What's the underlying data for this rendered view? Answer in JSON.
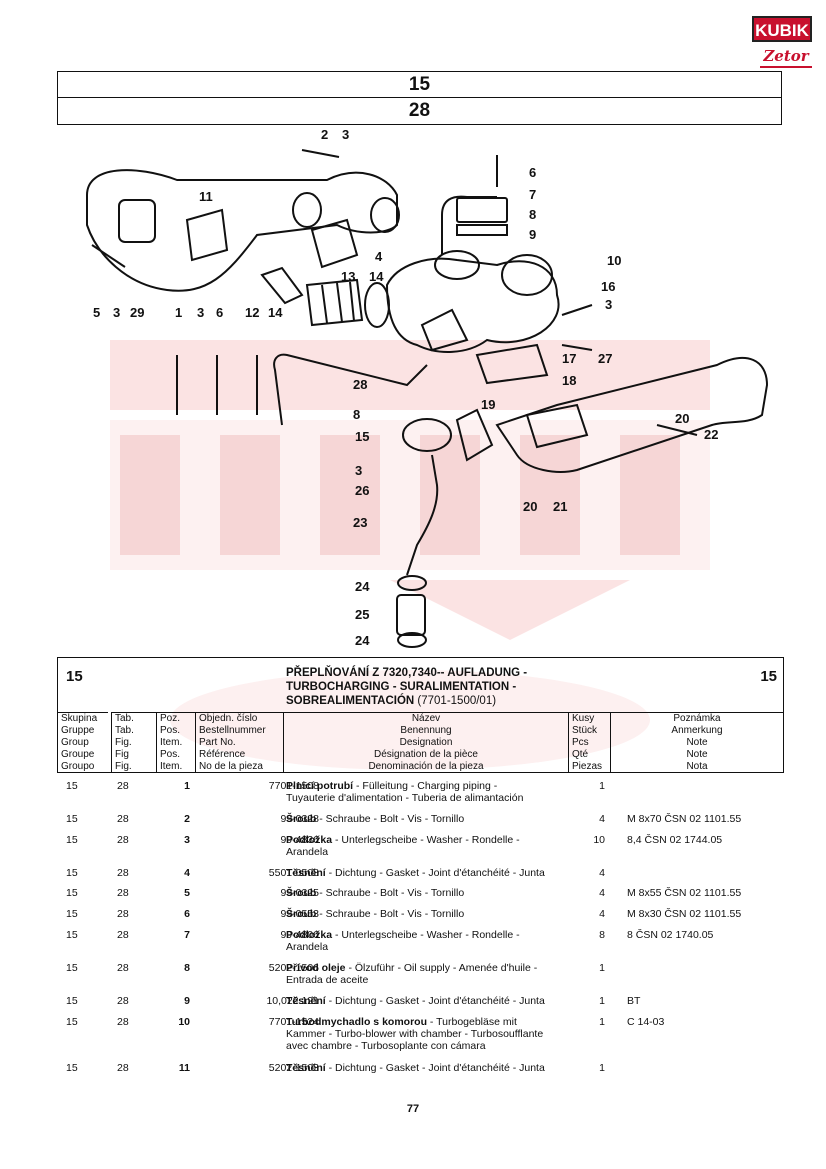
{
  "logo": {
    "brand": "KUBIK",
    "sub": "Zetor"
  },
  "header": {
    "group": "15",
    "figure": "28"
  },
  "callouts": [
    {
      "n": "2"
    },
    {
      "n": "3"
    },
    {
      "n": "6"
    },
    {
      "n": "7"
    },
    {
      "n": "8"
    },
    {
      "n": "9"
    },
    {
      "n": "11"
    },
    {
      "n": "4"
    },
    {
      "n": "10"
    },
    {
      "n": "13"
    },
    {
      "n": "14"
    },
    {
      "n": "16"
    },
    {
      "n": "3"
    },
    {
      "n": "5"
    },
    {
      "n": "3"
    },
    {
      "n": "29"
    },
    {
      "n": "1"
    },
    {
      "n": "3"
    },
    {
      "n": "6"
    },
    {
      "n": "12"
    },
    {
      "n": "14"
    },
    {
      "n": "17"
    },
    {
      "n": "27"
    },
    {
      "n": "18"
    },
    {
      "n": "28"
    },
    {
      "n": "19"
    },
    {
      "n": "8"
    },
    {
      "n": "20"
    },
    {
      "n": "22"
    },
    {
      "n": "15"
    },
    {
      "n": "3"
    },
    {
      "n": "26"
    },
    {
      "n": "20"
    },
    {
      "n": "21"
    },
    {
      "n": "23"
    },
    {
      "n": "24"
    },
    {
      "n": "25"
    },
    {
      "n": "24"
    }
  ],
  "table": {
    "group_no": "15",
    "group_no_right": "15",
    "title_lines": [
      "PŘEPLŇOVÁNÍ Z 7320,7340-- AUFLADUNG -",
      "TURBOCHARGING - SURALIMENTATION -",
      "SOBREALIMENTACIÓN"
    ],
    "title_code": "(7701-1500/01)",
    "columns": {
      "skupina": [
        "Skupina",
        "Gruppe",
        "Group",
        "Groupe",
        "Groupo"
      ],
      "tab": [
        "Tab.",
        "Tab.",
        "Fig.",
        "Fig",
        "Fig."
      ],
      "poz": [
        "Poz.",
        "Pos.",
        "Item.",
        "Pos.",
        "Item."
      ],
      "part": [
        "Objedn. číslo",
        "Bestellnummer",
        "Part No.",
        "Référence",
        "No de la pieza"
      ],
      "name": [
        "Název",
        "Benennung",
        "Designation",
        "Désignation de la pièce",
        "Denominación de la pieza"
      ],
      "qty": [
        "Kusy",
        "Stück",
        "Pcs",
        "Qté",
        "Piezas"
      ],
      "note": [
        "Poznámka",
        "Anmerkung",
        "Note",
        "Note",
        "Nota"
      ]
    },
    "rows": [
      {
        "sk": "15",
        "tab": "28",
        "pos": "1",
        "part": "7701-1508",
        "bold": "Plnicí potrubí",
        "rest": " - Fülleitung - Charging piping -",
        "line2": "Tuyauterie d'alimentation - Tuberia de alimantación",
        "qty": "1",
        "note": ""
      },
      {
        "sk": "15",
        "tab": "28",
        "pos": "2",
        "part": "99-0328",
        "bold": "Šroub",
        "rest": " - Schraube - Bolt - Vis - Tornillo",
        "line2": "",
        "qty": "4",
        "note": "M 8x70 ČSN 02 1101.55"
      },
      {
        "sk": "15",
        "tab": "28",
        "pos": "3",
        "part": "99-4836",
        "bold": "Podložka",
        "rest": " - Unterlegscheibe - Washer - Rondelle -",
        "line2": "Arandela",
        "qty": "10",
        "note": "8,4 ČSN 02 1744.05"
      },
      {
        "sk": "15",
        "tab": "28",
        "pos": "4",
        "part": "5501-0508",
        "bold": "Těsnění",
        "rest": " - Dichtung - Gasket - Joint d'étanchéité - Junta",
        "line2": "",
        "qty": "4",
        "note": ""
      },
      {
        "sk": "15",
        "tab": "28",
        "pos": "5",
        "part": "99-0325",
        "bold": "Šroub",
        "rest": " - Schraube - Bolt - Vis - Tornillo",
        "line2": "",
        "qty": "4",
        "note": "M 8x55 ČSN 02 1101.55"
      },
      {
        "sk": "15",
        "tab": "28",
        "pos": "6",
        "part": "99-0553",
        "bold": "Šroub",
        "rest": " - Schraube - Bolt - Vis - Tornillo",
        "line2": "",
        "qty": "4",
        "note": "M 8x30 ČSN 02 1101.55"
      },
      {
        "sk": "15",
        "tab": "28",
        "pos": "7",
        "part": "99-4806",
        "bold": "Podložka",
        "rest": " - Unterlegscheibe - Washer - Rondelle -",
        "line2": "Arandela",
        "qty": "8",
        "note": "8 ČSN 02 1740.05"
      },
      {
        "sk": "15",
        "tab": "28",
        "pos": "8",
        "part": "5202-1506",
        "bold": "Přívod oleje",
        "rest": " - Ölzuführ - Oil supply - Amenée d'huile -",
        "line2": "Entrada de aceite",
        "qty": "1",
        "note": ""
      },
      {
        "sk": "15",
        "tab": "28",
        "pos": "9",
        "part": "10,022.121",
        "bold": "Těsnění",
        "rest": " - Dichtung - Gasket - Joint d'étanchéité - Junta",
        "line2": "",
        "qty": "1",
        "note": "BT"
      },
      {
        "sk": "15",
        "tab": "28",
        "pos": "10",
        "part": "7701-1524",
        "bold": "Turbodmychadlo s komorou",
        "rest": " - Turbogebläse mit",
        "line2": "Kammer - Turbo-blower with chamber - Turbosoufflante",
        "line3": "avec chambre - Turbosoplante con cámara",
        "qty": "1",
        "note": "C 14-03"
      },
      {
        "sk": "15",
        "tab": "28",
        "pos": "11",
        "part": "5202-1503",
        "bold": "Těsnění",
        "rest": " - Dichtung - Gasket - Joint d'étanchéité - Junta",
        "line2": "",
        "qty": "1",
        "note": ""
      }
    ]
  },
  "page_number": "77"
}
